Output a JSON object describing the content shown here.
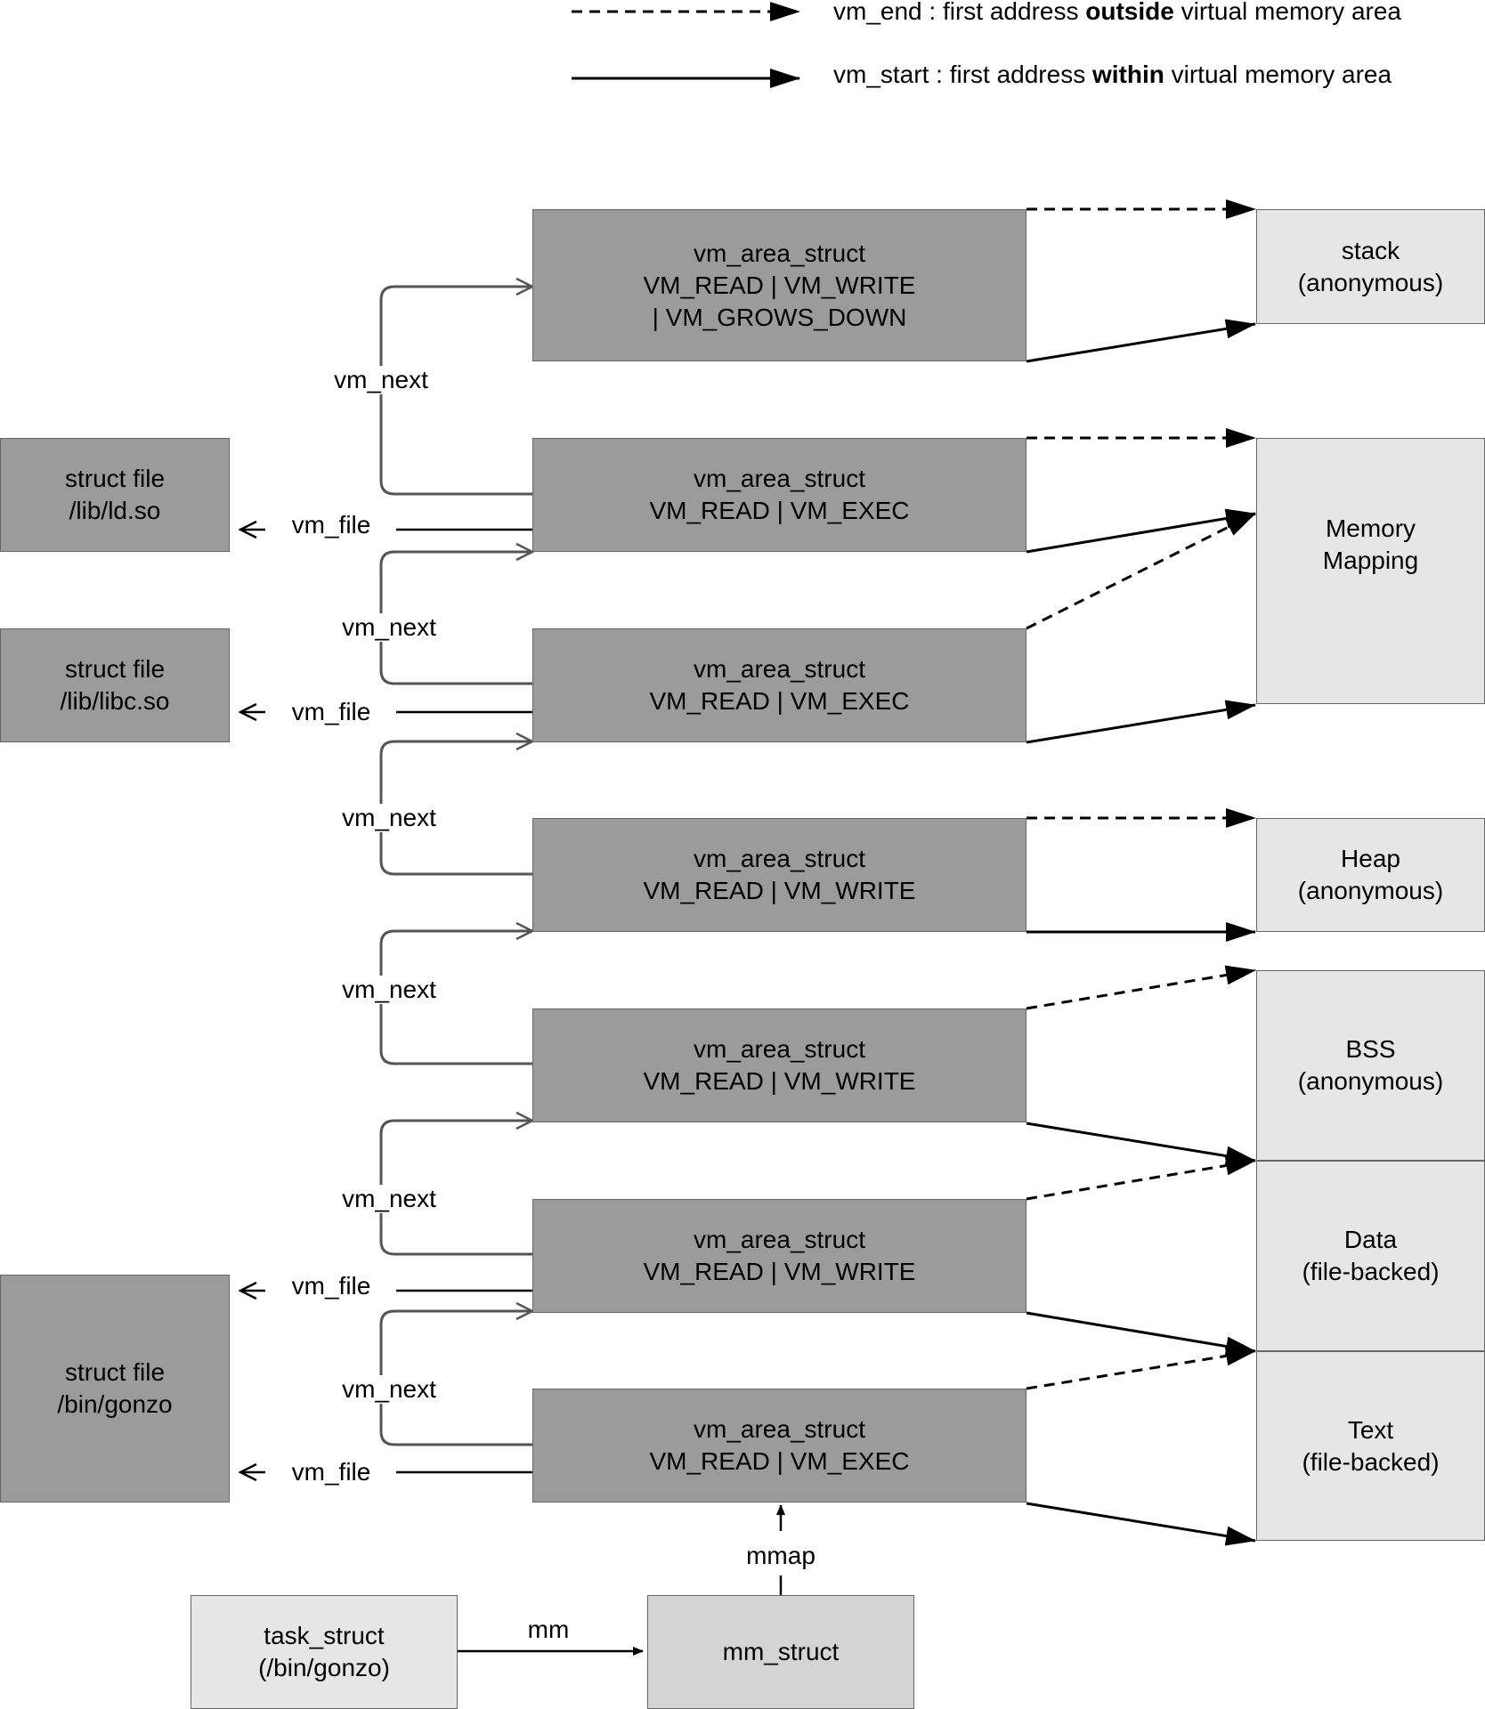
{
  "legend": {
    "end": {
      "name": "vm_end",
      "sep": " : first address ",
      "bold": "outside",
      "rest": " virtual memory area"
    },
    "start": {
      "name": "vm_start",
      "sep": " : first address ",
      "bold": "within",
      "rest": " virtual memory area"
    }
  },
  "vmas": [
    {
      "title": "vm_area_struct",
      "flags1": "VM_READ | VM_WRITE",
      "flags2": "| VM_GROWS_DOWN"
    },
    {
      "title": "vm_area_struct",
      "flags1": "VM_READ | VM_EXEC"
    },
    {
      "title": "vm_area_struct",
      "flags1": "VM_READ | VM_EXEC"
    },
    {
      "title": "vm_area_struct",
      "flags1": "VM_READ | VM_WRITE"
    },
    {
      "title": "vm_area_struct",
      "flags1": "VM_READ | VM_WRITE"
    },
    {
      "title": "vm_area_struct",
      "flags1": "VM_READ | VM_WRITE"
    },
    {
      "title": "vm_area_struct",
      "flags1": "VM_READ | VM_EXEC"
    }
  ],
  "regions": [
    {
      "name": "stack",
      "kind": "(anonymous)"
    },
    {
      "name": "Memory",
      "kind": "Mapping"
    },
    {
      "name": "Heap",
      "kind": "(anonymous)"
    },
    {
      "name": "BSS",
      "kind": "(anonymous)"
    },
    {
      "name": "Data",
      "kind": "(file-backed)"
    },
    {
      "name": "Text",
      "kind": "(file-backed)"
    }
  ],
  "files": [
    {
      "line1": "struct file",
      "line2": "/lib/ld.so"
    },
    {
      "line1": "struct file",
      "line2": "/lib/libc.so"
    },
    {
      "line1": "struct file",
      "line2": "/bin/gonzo"
    }
  ],
  "task": {
    "line1": "task_struct",
    "line2": "(/bin/gonzo)"
  },
  "mm": {
    "line1": "mm_struct"
  },
  "labels": {
    "vm_next": "vm_next",
    "vm_file": "vm_file",
    "mm": "mm",
    "mmap": "mmap"
  }
}
